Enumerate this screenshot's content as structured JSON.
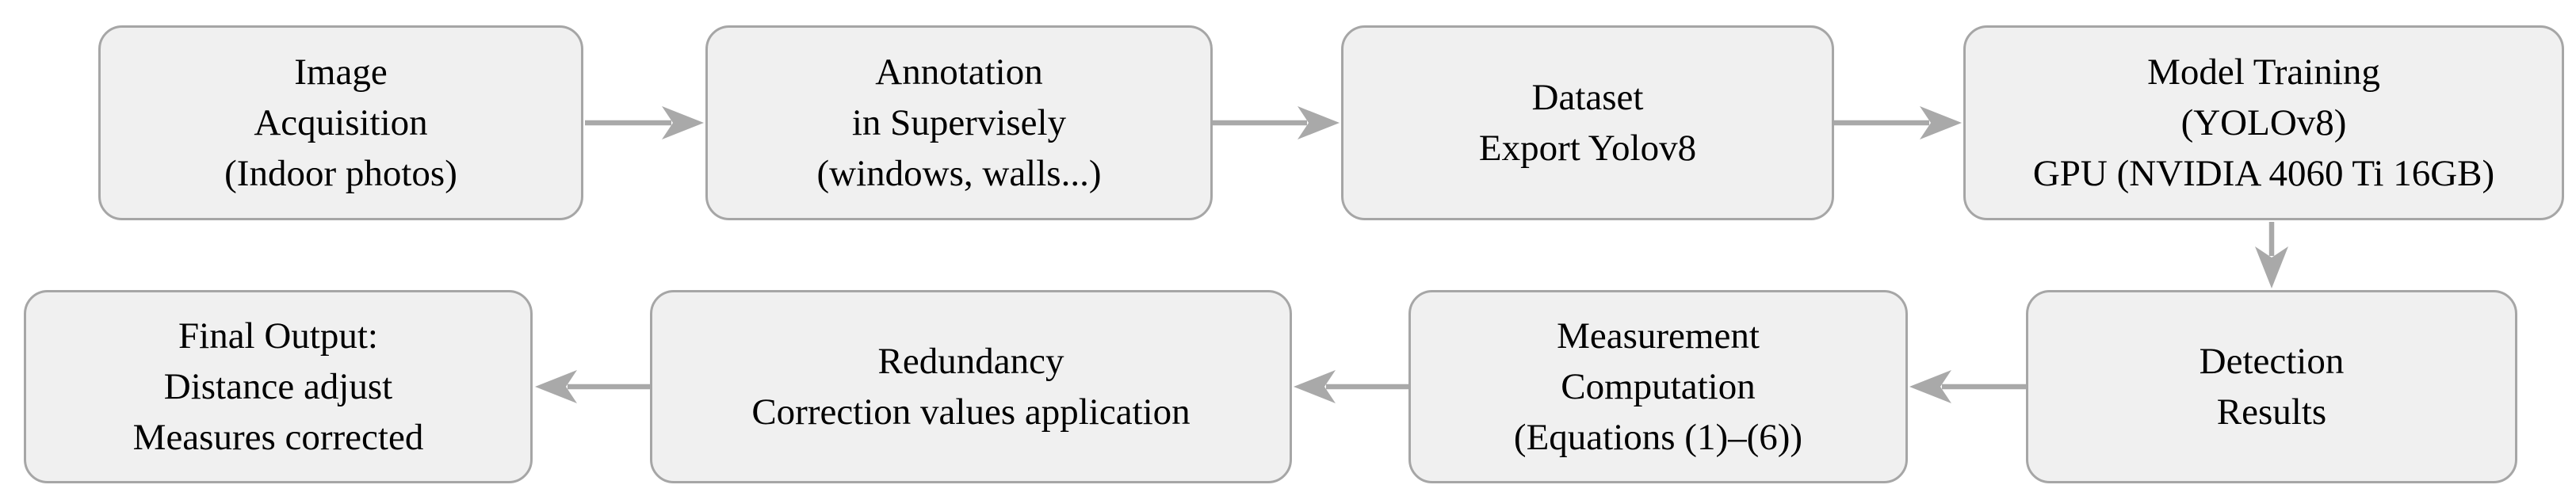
{
  "figure": {
    "type": "flowchart",
    "background_color": "#ffffff",
    "box_fill_color": "#f0f0f0",
    "box_border_color": "#a6a6a6",
    "arrow_color": "#a9a9a9",
    "text_color": "#000000"
  },
  "flowchart": {
    "boxes": [
      {
        "id": "image-acquisition",
        "lines": [
          "Image",
          "Acquisition",
          "(Indoor photos)"
        ]
      },
      {
        "id": "annotation",
        "lines": [
          "Annotation",
          "in Supervisely",
          "(windows, walls...)"
        ]
      },
      {
        "id": "dataset-export",
        "lines": [
          "Dataset",
          "Export Yolov8"
        ]
      },
      {
        "id": "model-training",
        "lines": [
          "Model Training",
          "(YOLOv8)",
          "GPU (NVIDIA 4060 Ti 16GB)"
        ]
      },
      {
        "id": "detection-results",
        "lines": [
          "Detection",
          "Results"
        ]
      },
      {
        "id": "measurement-computation",
        "lines": [
          "Measurement",
          "Computation",
          "(Equations (1)–(6))"
        ]
      },
      {
        "id": "redundancy-correction",
        "lines": [
          "Redundancy",
          "Correction values application"
        ]
      },
      {
        "id": "final-output",
        "lines": [
          "Final Output:",
          "Distance adjust",
          "Measures corrected"
        ]
      }
    ],
    "edges": [
      {
        "from": "image-acquisition",
        "to": "annotation",
        "direction": "right"
      },
      {
        "from": "annotation",
        "to": "dataset-export",
        "direction": "right"
      },
      {
        "from": "dataset-export",
        "to": "model-training",
        "direction": "right"
      },
      {
        "from": "model-training",
        "to": "detection-results",
        "direction": "down"
      },
      {
        "from": "detection-results",
        "to": "measurement-computation",
        "direction": "left"
      },
      {
        "from": "measurement-computation",
        "to": "redundancy-correction",
        "direction": "left"
      },
      {
        "from": "redundancy-correction",
        "to": "final-output",
        "direction": "left"
      }
    ]
  }
}
